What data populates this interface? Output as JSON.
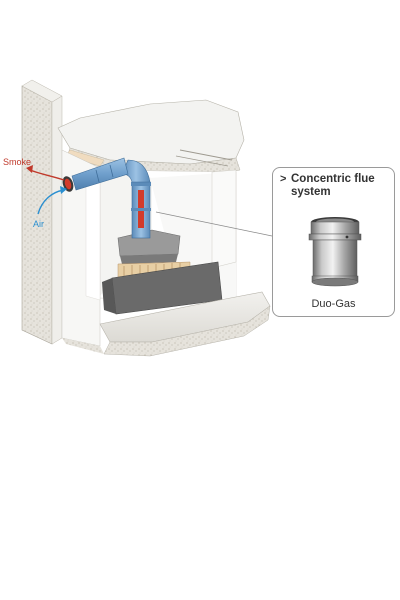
{
  "labels": {
    "smoke": "Smoke",
    "air": "Air"
  },
  "callout": {
    "arrow": ">",
    "title": "Concentric flue system",
    "product_name": "Duo-Gas"
  },
  "colors": {
    "smoke": "#c0392b",
    "air": "#2a8fd0",
    "pipe": "#6f9fcc",
    "inner_pipe": "#d23b2b",
    "wall": "#e4e2dc",
    "speckle": "#b9b4a6"
  },
  "icons": [
    "smoke-arrow-icon",
    "air-arrow-icon",
    "duo-gas-pipe-icon"
  ]
}
